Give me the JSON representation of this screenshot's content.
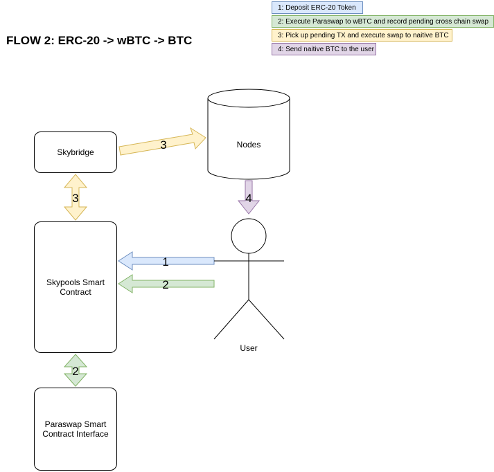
{
  "title": "FLOW 2: ERC-20 -> wBTC -> BTC",
  "legend": [
    {
      "text": "1: Deposit ERC-20 Token",
      "fill": "#dae8fc",
      "stroke": "#6c8ebf"
    },
    {
      "text": "2: Execute Paraswap to wBTC and record pending cross chain swap",
      "fill": "#d5e8d4",
      "stroke": "#82b366"
    },
    {
      "text": "3: Pick up pending TX and execute swap to naitive BTC",
      "fill": "#fff2cc",
      "stroke": "#d6b656"
    },
    {
      "text": "4: Send naitive BTC to the user",
      "fill": "#e1d5e7",
      "stroke": "#9673a6"
    }
  ],
  "nodes": {
    "skybridge": "Skybridge",
    "skypools_line1": "Skypools Smart",
    "skypools_line2": "Contract",
    "paraswap_line1": "Paraswap Smart",
    "paraswap_line2": "Contract Interface",
    "nodes_db": "Nodes",
    "user": "User"
  },
  "arrows": {
    "skybridge_to_nodes": "3",
    "skybridge_skypools": "3",
    "nodes_to_user": "4",
    "user_deposit": "1",
    "user_swap": "2",
    "skypools_paraswap": "2"
  }
}
